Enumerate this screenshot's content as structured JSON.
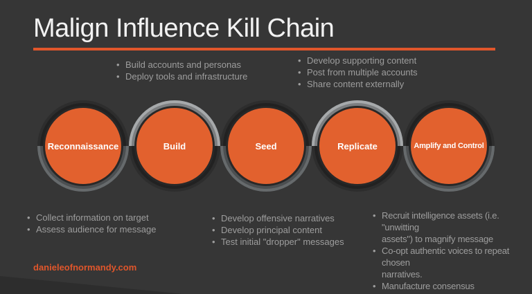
{
  "header": {
    "title": "Malign Influence Kill Chain"
  },
  "colors": {
    "bg": "#363636",
    "orange": "#E0562B",
    "circle_orange": "#E2612E",
    "arc_light": "#A6A9AB",
    "arc_dark": "#666A6C"
  },
  "stages": [
    {
      "label": "Reconnaissance",
      "arc": "bottom"
    },
    {
      "label": "Build",
      "arc": "top"
    },
    {
      "label": "Seed",
      "arc": "bottom"
    },
    {
      "label": "Replicate",
      "arc": "top"
    },
    {
      "label": "Amplify and Control",
      "arc": "bottom"
    }
  ],
  "notes": {
    "build_top": [
      "Build accounts and personas",
      "Deploy tools and infrastructure"
    ],
    "replicate_top": [
      "Develop supporting content",
      "Post from multiple accounts",
      "Share content externally"
    ],
    "reconnaissance_bottom": [
      "Collect information on target",
      "Assess audience for message"
    ],
    "seed_bottom": [
      "Develop offensive narratives",
      "Develop principal content",
      "Test initial \"dropper\" messages"
    ],
    "amplify_bottom": [
      "Recruit intelligence assets (i.e. \"unwitting\nassets\") to magnify message",
      "Co-opt authentic voices to repeat chosen\nnarratives.",
      "Manufacture consensus"
    ]
  },
  "footer": {
    "site": "danieleofnormandy.com"
  }
}
